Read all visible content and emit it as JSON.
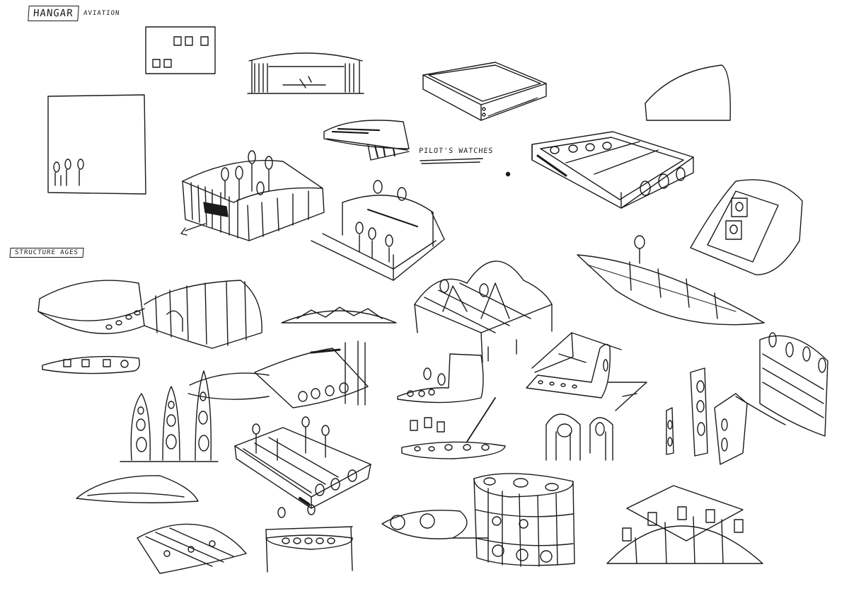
{
  "sheet": {
    "labels": {
      "hangar": "HANGAR",
      "aviation": "AVIATION",
      "pilots_watches": "PILOT'S WATCHES",
      "structure_ages": "STRUCTURE AGES"
    }
  }
}
